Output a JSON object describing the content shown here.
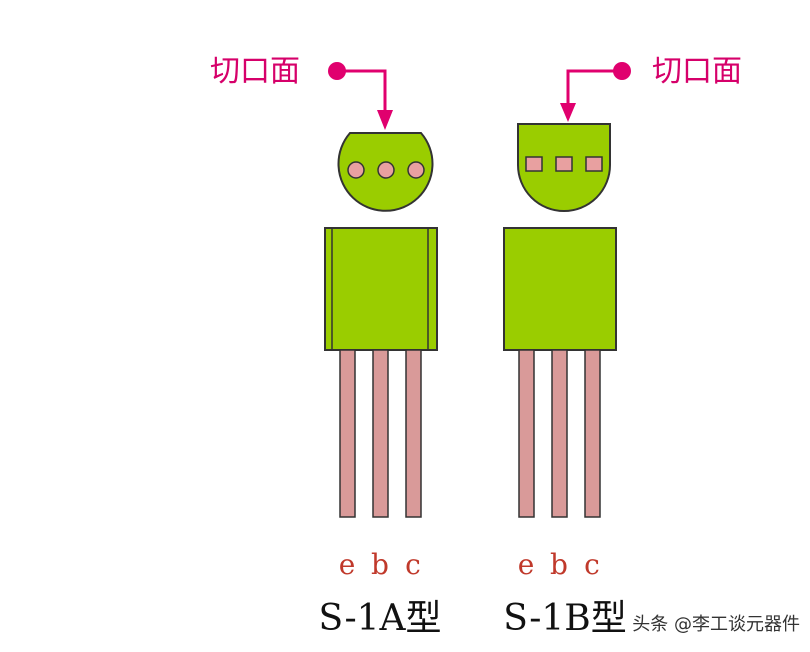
{
  "colors": {
    "body": "#9ACD00",
    "body_stroke": "#333333",
    "leg": "#D99A99",
    "pin_hole": "#E8A0A0",
    "arrow": "#E0006E",
    "cut_text": "#D6006A",
    "pin_text": "#C0392B",
    "type_text": "#111111"
  },
  "left": {
    "cut_label": "切口面",
    "pin_e": "e",
    "pin_b": "b",
    "pin_c": "c",
    "type_label": "S-1A型"
  },
  "right": {
    "cut_label": "切口面",
    "pin_e": "e",
    "pin_b": "b",
    "pin_c": "c",
    "type_label": "S-1B型"
  },
  "watermark": {
    "text": "头条 @李工谈元器件"
  }
}
